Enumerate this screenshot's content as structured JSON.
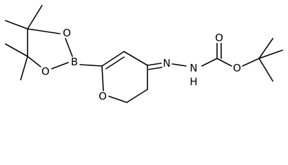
{
  "diagram": {
    "type": "chemical-structure",
    "atom_labels": {
      "ring_oxygen_top": "O",
      "ring_oxygen_bottom": "O",
      "boron": "B",
      "pyran_oxygen": "O",
      "hydrazone_n1": "N",
      "hydrazone_n2": "N",
      "hydrazone_h": "H",
      "carbonyl_oxygen": "O",
      "ester_oxygen": "O"
    },
    "line_color": "#000000",
    "background": "#ffffff"
  }
}
